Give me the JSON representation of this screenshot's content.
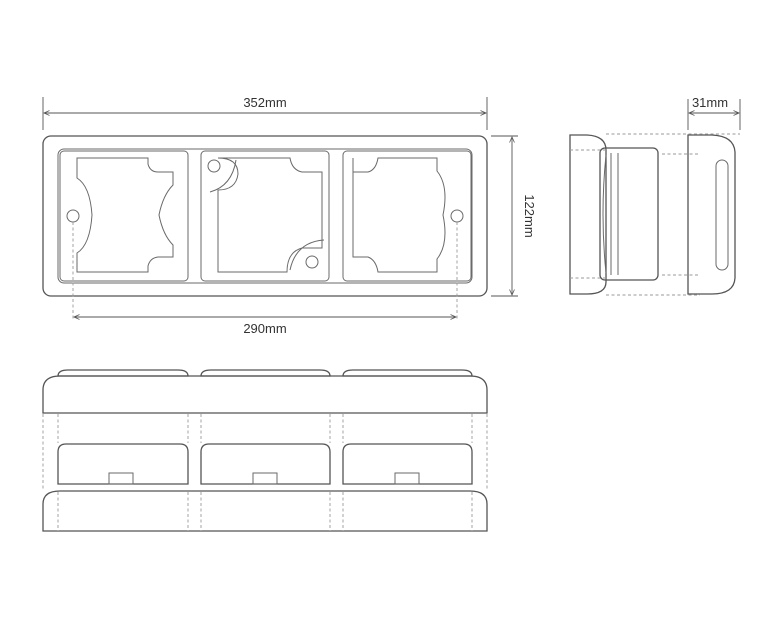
{
  "dimensions": {
    "overall_length": "352mm",
    "mount_spacing": "290mm",
    "height": "122mm",
    "depth": "31mm"
  },
  "colors": {
    "line": "#555555",
    "hidden_line": "#9a9a9a",
    "text": "#333333"
  }
}
